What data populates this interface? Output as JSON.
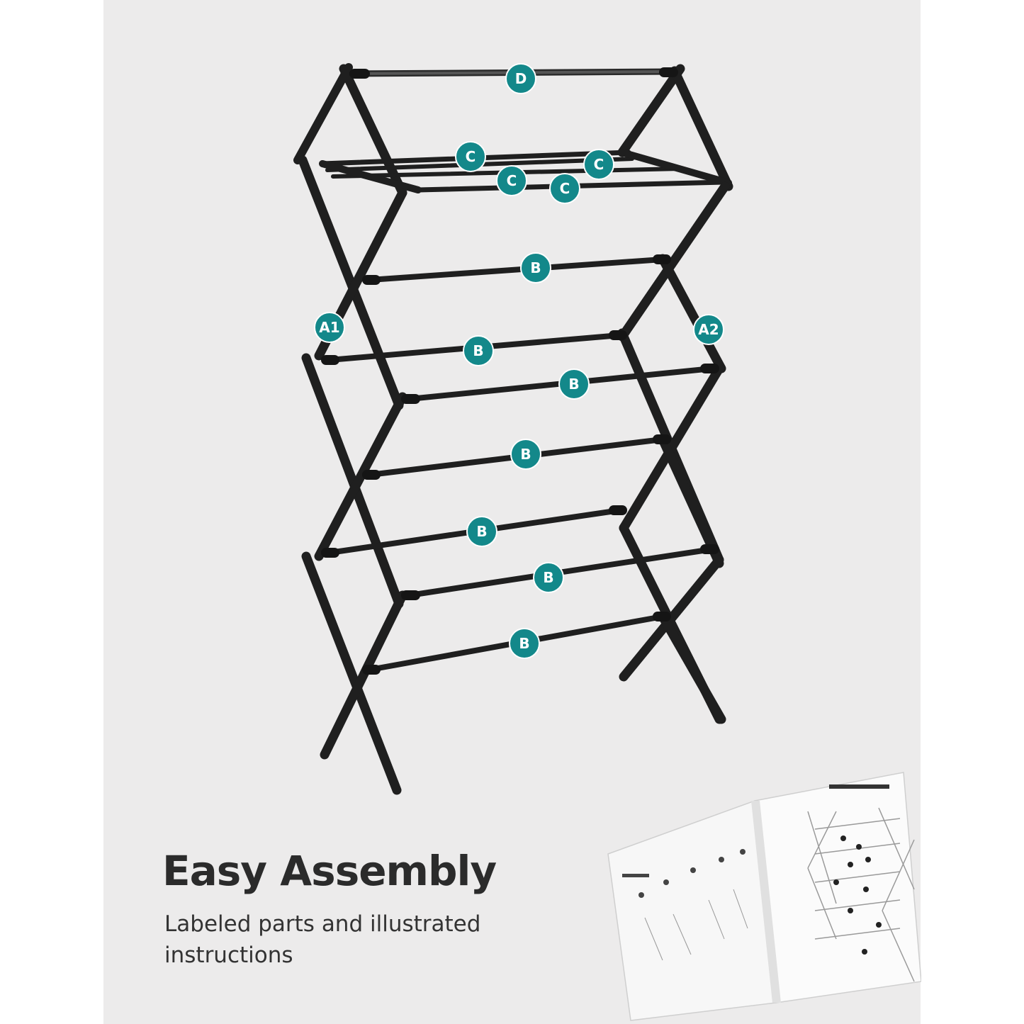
{
  "badges": {
    "D": "D",
    "C": "C",
    "B": "B",
    "A1": "A1",
    "A2": "A2"
  },
  "headline": "Easy Assembly",
  "subheadline": "Labeled parts and illustrated instructions",
  "colors": {
    "badge": "#13888a",
    "frame": "#1f1f1f",
    "background": "#ecebeb",
    "headline": "#2b2b2b"
  },
  "icons": [
    "drying-rack-illustration",
    "instruction-manual-illustration"
  ]
}
